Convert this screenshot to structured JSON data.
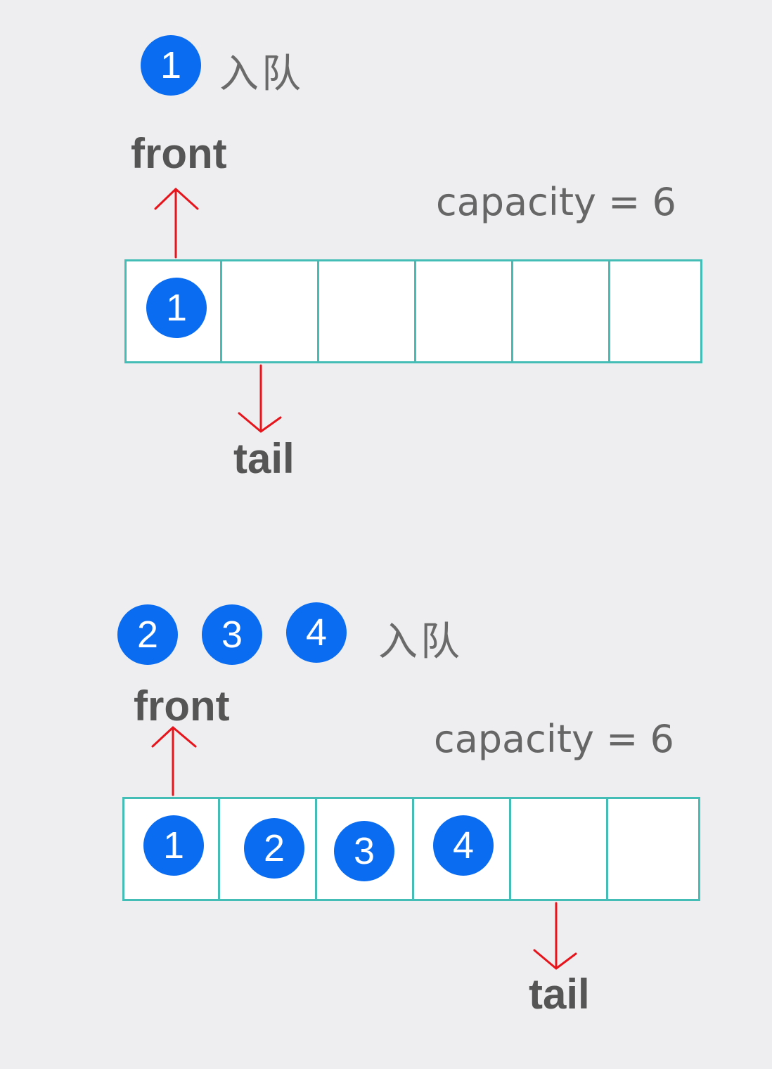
{
  "colors": {
    "background": "#eeeef0",
    "ball": "#0a6cf0",
    "cell_border": "#43bdb6",
    "arrow": "#e8141c"
  },
  "panel1": {
    "enqueue_items": [
      "1"
    ],
    "op_label": "入队",
    "front_label": "front",
    "tail_label": "tail",
    "capacity_label": "capacity = 6",
    "slots": [
      "1",
      "",
      "",
      "",
      "",
      ""
    ]
  },
  "panel2": {
    "enqueue_items": [
      "2",
      "3",
      "4"
    ],
    "op_label": "入队",
    "front_label": "front",
    "tail_label": "tail",
    "capacity_label": "capacity = 6",
    "slots": [
      "1",
      "2",
      "3",
      "4",
      "",
      ""
    ]
  }
}
